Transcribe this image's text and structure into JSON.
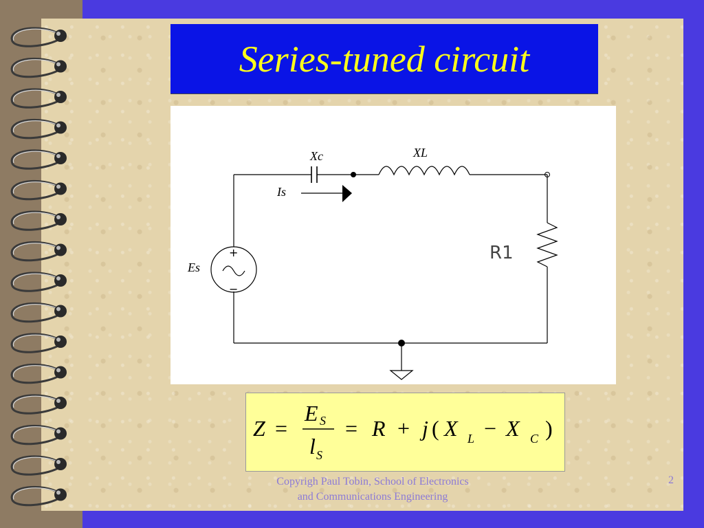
{
  "slide": {
    "title": "Series-tuned circuit",
    "footer": "Copyrigh Paul Tobin, School of Electronics and Communications Engineering",
    "page_number": "2"
  },
  "diagram": {
    "labels": {
      "capacitor": "Xc",
      "inductor": "XL",
      "current": "Is",
      "resistor": "R1",
      "source": "Es",
      "source_plus": "+",
      "source_minus": "−"
    }
  },
  "formula": {
    "z": "Z",
    "eq1": "=",
    "num_main": "E",
    "num_sub": "S",
    "den_main": "l",
    "den_sub": "S",
    "eq2": "=",
    "r": "R",
    "plus": "+",
    "j": "j",
    "lparen": "(",
    "xl_main": "X",
    "xl_sub": "L",
    "minus": "−",
    "xc_main": "X",
    "xc_sub": "C",
    "rparen": ")"
  },
  "colors": {
    "background": "#4a3ae0",
    "paper": "#e4d4ac",
    "title_bg": "#0a14e6",
    "title_text": "#ffff1a",
    "formula_bg": "#ffff99",
    "footer_text": "#8c7ad6"
  },
  "icons": {
    "binding": "spiral-binding-rings"
  }
}
